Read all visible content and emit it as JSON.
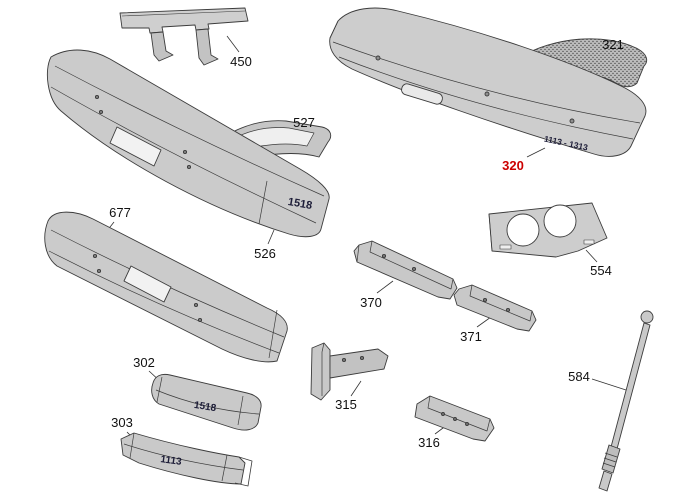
{
  "diagram": {
    "type": "exploded-parts-diagram",
    "subject": "front bumper assembly parts",
    "background_color": "#ffffff",
    "part_fill_color": "#cbcbcb",
    "outline_color": "#3c3c3c",
    "highlight_color": "#cc0000",
    "callouts": [
      {
        "part": "450",
        "label": "450",
        "highlighted": false
      },
      {
        "part": "321",
        "label": "321",
        "highlighted": false
      },
      {
        "part": "527",
        "label": "527",
        "highlighted": false
      },
      {
        "part": "320",
        "label": "320",
        "highlighted": true
      },
      {
        "part": "526",
        "label": "526",
        "highlighted": false
      },
      {
        "part": "677",
        "label": "677",
        "highlighted": false
      },
      {
        "part": "554",
        "label": "554",
        "highlighted": false
      },
      {
        "part": "370",
        "label": "370",
        "highlighted": false
      },
      {
        "part": "371",
        "label": "371",
        "highlighted": false
      },
      {
        "part": "302",
        "label": "302",
        "highlighted": false
      },
      {
        "part": "315",
        "label": "315",
        "highlighted": false
      },
      {
        "part": "303",
        "label": "303",
        "highlighted": false
      },
      {
        "part": "316",
        "label": "316",
        "highlighted": false
      },
      {
        "part": "584",
        "label": "584",
        "highlighted": false
      }
    ],
    "inscriptions": [
      {
        "part": "320",
        "text": "1113 - 1313"
      },
      {
        "part": "526",
        "text": "1518"
      },
      {
        "part": "302",
        "text": "1518"
      },
      {
        "part": "303",
        "text": "1113"
      }
    ]
  }
}
